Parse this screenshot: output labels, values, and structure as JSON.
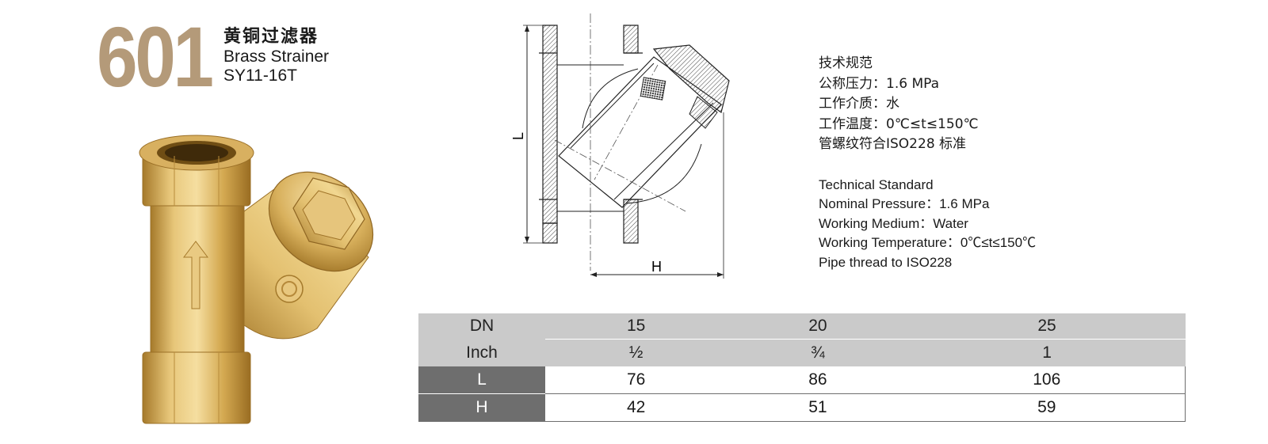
{
  "header": {
    "model_number": "601",
    "title_cn": "黄铜过滤器",
    "title_en": "Brass Strainer",
    "model_code": "SY11-16T"
  },
  "drawing": {
    "dim_l": "L",
    "dim_h": "H"
  },
  "specs_cn": {
    "heading": "技术规范",
    "pressure": "公称压力：1.6 MPa",
    "medium": "工作介质：水",
    "temperature": "工作温度：0℃≤t≤150℃",
    "thread": "管螺纹符合ISO228 标准"
  },
  "specs_en": {
    "heading": "Technical Standard",
    "pressure": "Nominal Pressure：1.6 MPa",
    "medium": "Working Medium：Water",
    "temperature": "Working Temperature：0℃≤t≤150℃",
    "thread": "Pipe thread to ISO228"
  },
  "table": {
    "rows": [
      {
        "label": "DN",
        "values": [
          "15",
          "20",
          "25"
        ]
      },
      {
        "label": "Inch",
        "values": [
          "½",
          "¾",
          "1"
        ]
      },
      {
        "label": "L",
        "values": [
          "76",
          "86",
          "106"
        ]
      },
      {
        "label": "H",
        "values": [
          "42",
          "51",
          "59"
        ]
      }
    ]
  },
  "colors": {
    "model_number": "#b49a79",
    "brass": "#d9b25e",
    "table_header_bg": "#cacaca",
    "table_label_bg": "#6e6e6e"
  }
}
